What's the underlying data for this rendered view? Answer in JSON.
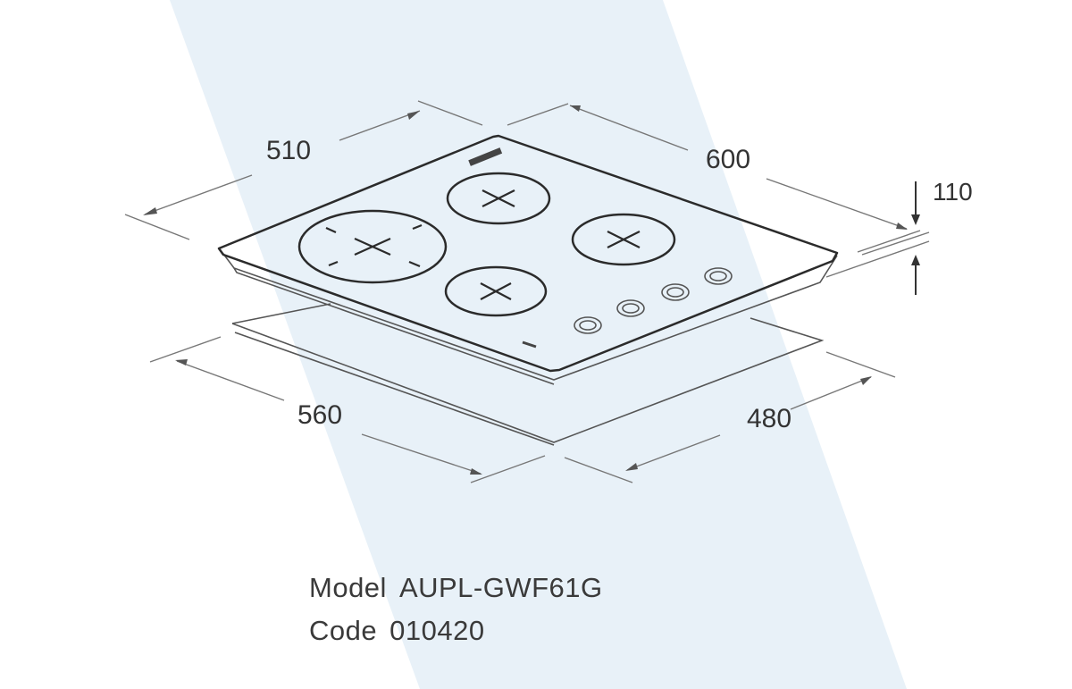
{
  "colors": {
    "background": "#ffffff",
    "band": "#e8f1f8",
    "outline": "#2b2b2b",
    "dimension_line": "#777777",
    "text": "#333333"
  },
  "dimensions": {
    "depth_top": "510",
    "width_top": "600",
    "height": "110",
    "cutout_width": "560",
    "cutout_depth": "480"
  },
  "hob": {
    "burners": 4,
    "knobs": 4
  },
  "caption": {
    "model_label": "Model",
    "model_value": "AUPL-GWF61G",
    "code_label": "Code",
    "code_value": "010420"
  }
}
